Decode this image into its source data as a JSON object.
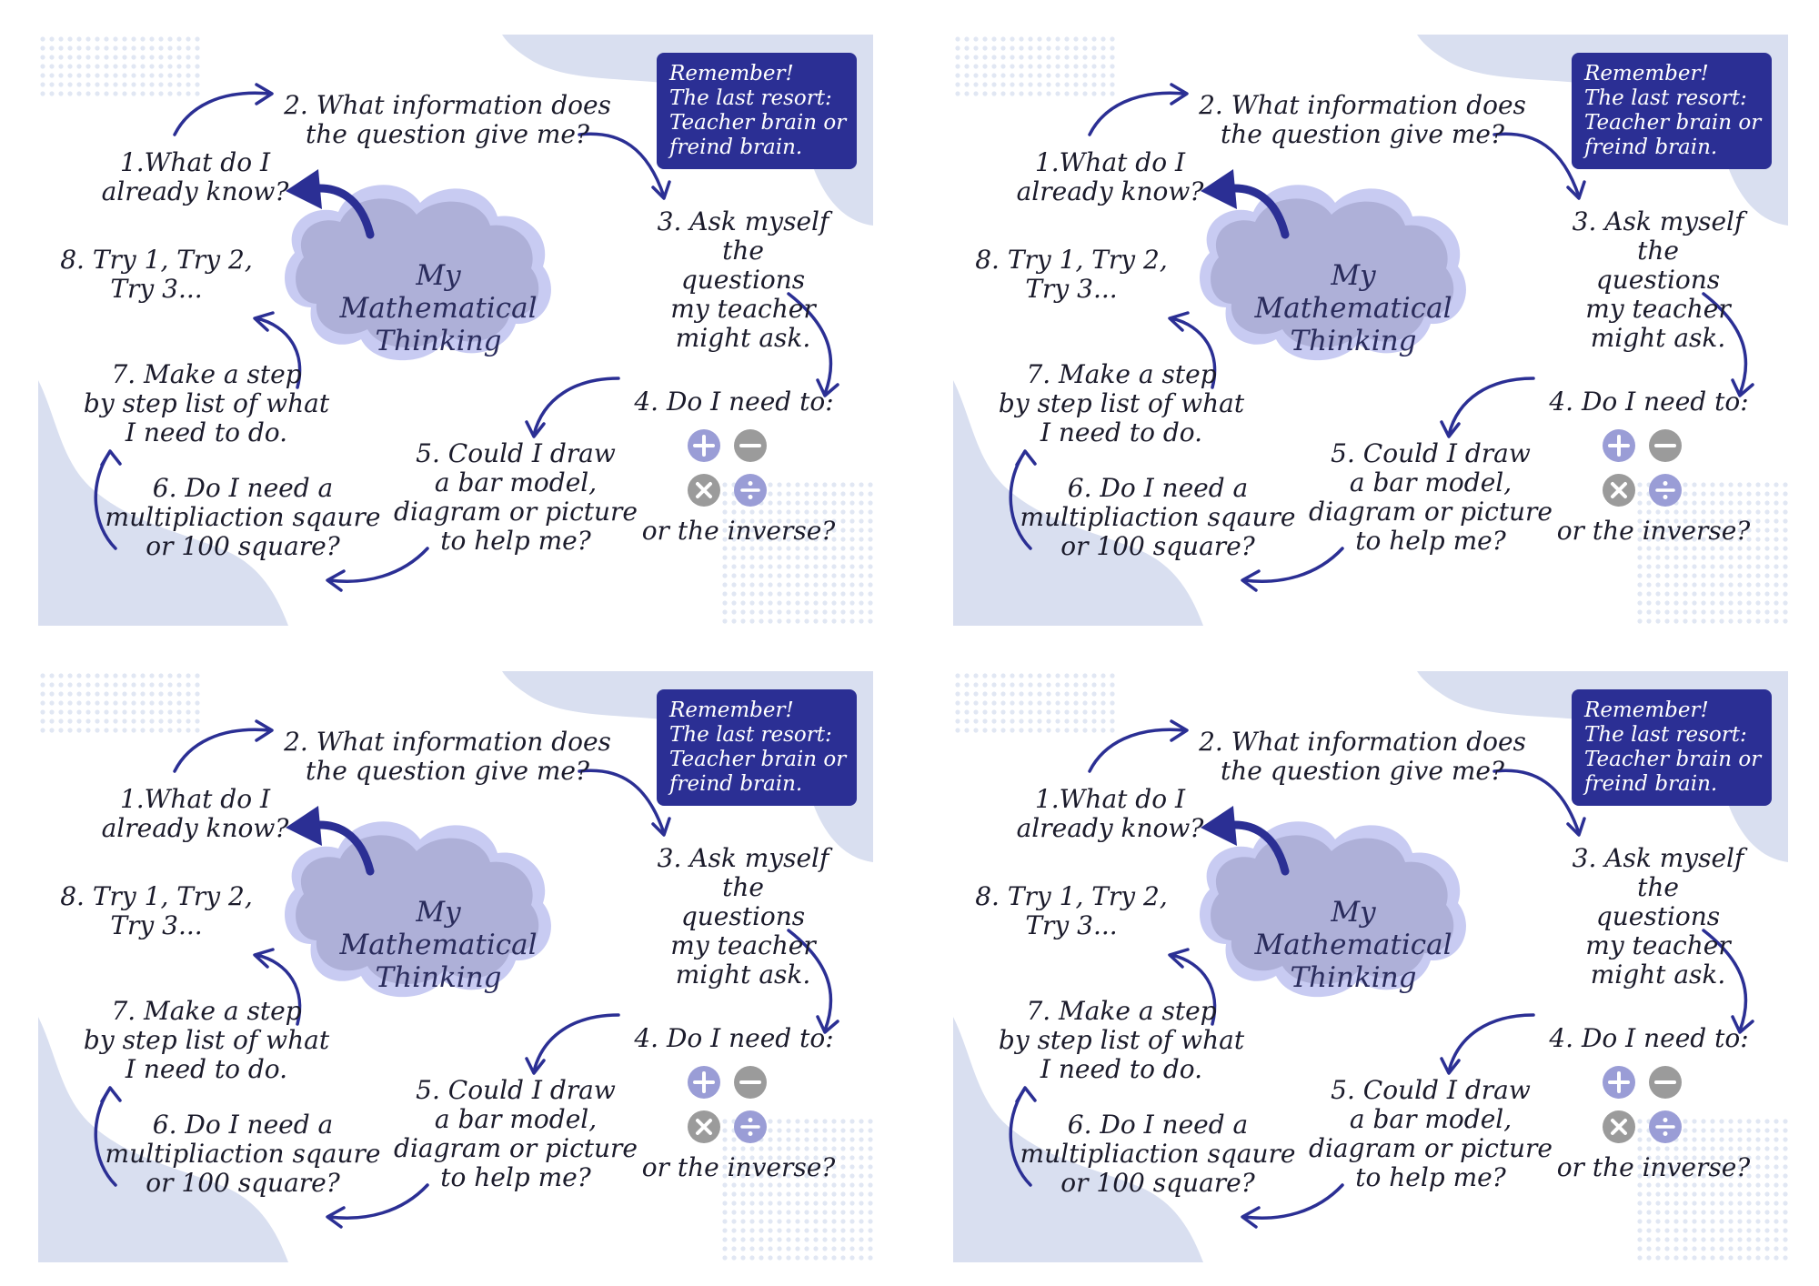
{
  "colors": {
    "arrow": "#2b2f94",
    "cloud_fill": "#aeb0d8",
    "cloud_outline": "#c8cbf2",
    "panel_fill": "#2b2f94",
    "wave": "#d9dff0",
    "dots": "#c8d3ea",
    "op_plus": "#9a9dd6",
    "op_minus": "#9b9b9b",
    "op_times": "#9b9b9b",
    "op_divide": "#9a9dd6"
  },
  "cards": [
    {
      "remember": "Remember!\nThe last resort:\nTeacher brain or\nfreind brain.",
      "center": "My Mathematical\nThinking",
      "steps": {
        "s1": "1.What do I\nalready know?",
        "s2": "2. What information does\nthe question give me?",
        "s3": "3. Ask myself the\nquestions\nmy teacher\nmight ask.",
        "s4": "4. Do I need to:",
        "s4b": "or the inverse?",
        "s5": "5. Could I draw\na bar model,\ndiagram or picture\nto help me?",
        "s6": "6. Do I need a\nmultipliaction sqaure\nor 100 square?",
        "s7": "7. Make a step\nby step list of what\nI need to do.",
        "s8": "8. Try 1, Try 2,\nTry 3..."
      },
      "icons": [
        "plus-icon",
        "minus-icon",
        "times-icon",
        "divide-icon"
      ]
    },
    {
      "remember": "Remember!\nThe last resort:\nTeacher brain or\nfreind brain.",
      "center": "My Mathematical\nThinking",
      "steps": {
        "s1": "1.What do I\nalready know?",
        "s2": "2. What information does\nthe question give me?",
        "s3": "3. Ask myself the\nquestions\nmy teacher\nmight ask.",
        "s4": "4. Do I need to:",
        "s4b": "or the inverse?",
        "s5": "5. Could I draw\na bar model,\ndiagram or picture\nto help me?",
        "s6": "6. Do I need a\nmultipliaction sqaure\nor 100 square?",
        "s7": "7. Make a step\nby step list of what\nI need to do.",
        "s8": "8. Try 1, Try 2,\nTry 3..."
      },
      "icons": [
        "plus-icon",
        "minus-icon",
        "times-icon",
        "divide-icon"
      ]
    },
    {
      "remember": "Remember!\nThe last resort:\nTeacher brain or\nfreind brain.",
      "center": "My Mathematical\nThinking",
      "steps": {
        "s1": "1.What do I\nalready know?",
        "s2": "2. What information does\nthe question give me?",
        "s3": "3. Ask myself the\nquestions\nmy teacher\nmight ask.",
        "s4": "4. Do I need to:",
        "s4b": "or the inverse?",
        "s5": "5. Could I draw\na bar model,\ndiagram or picture\nto help me?",
        "s6": "6. Do I need a\nmultipliaction sqaure\nor 100 square?",
        "s7": "7. Make a step\nby step list of what\nI need to do.",
        "s8": "8. Try 1, Try 2,\nTry 3..."
      },
      "icons": [
        "plus-icon",
        "minus-icon",
        "times-icon",
        "divide-icon"
      ]
    },
    {
      "remember": "Remember!\nThe last resort:\nTeacher brain or\nfreind brain.",
      "center": "My Mathematical\nThinking",
      "steps": {
        "s1": "1.What do I\nalready know?",
        "s2": "2. What information does\nthe question give me?",
        "s3": "3. Ask myself the\nquestions\nmy teacher\nmight ask.",
        "s4": "4. Do I need to:",
        "s4b": "or the inverse?",
        "s5": "5. Could I draw\na bar model,\ndiagram or picture\nto help me?",
        "s6": "6. Do I need a\nmultipliaction sqaure\nor 100 square?",
        "s7": "7. Make a step\nby step list of what\nI need to do.",
        "s8": "8. Try 1, Try 2,\nTry 3..."
      },
      "icons": [
        "plus-icon",
        "minus-icon",
        "times-icon",
        "divide-icon"
      ]
    }
  ]
}
